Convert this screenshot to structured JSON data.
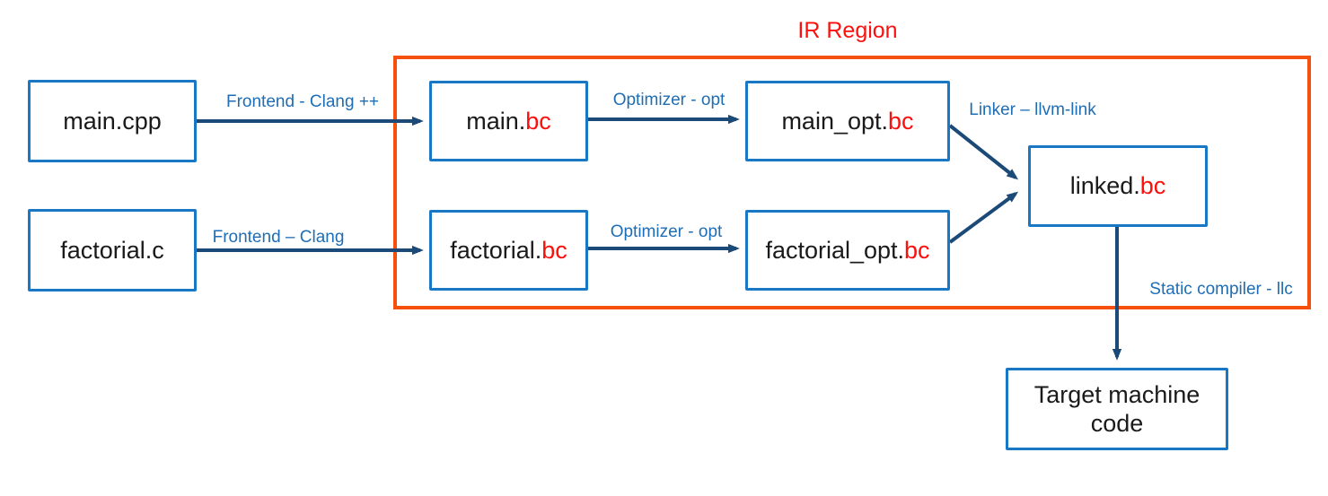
{
  "diagram": {
    "ir_region_title": "IR Region"
  },
  "nodes": [
    {
      "label": "main.cpp",
      "suffix": ""
    },
    {
      "label": "factorial.c",
      "suffix": ""
    },
    {
      "label": "main.",
      "suffix": "bc"
    },
    {
      "label": "factorial.",
      "suffix": "bc"
    },
    {
      "label": "main_opt.",
      "suffix": "bc"
    },
    {
      "label": "factorial_opt.",
      "suffix": "bc"
    },
    {
      "label": "linked.",
      "suffix": "bc"
    },
    {
      "label": "Target machine code",
      "suffix": ""
    }
  ],
  "edges": [
    {
      "label": "Frontend - Clang ++"
    },
    {
      "label": "Optimizer - opt"
    },
    {
      "label": "Linker – llvm-link"
    },
    {
      "label": "Frontend – Clang"
    },
    {
      "label": "Optimizer - opt"
    },
    {
      "label": "Static compiler - llc"
    }
  ],
  "colors": {
    "node_border": "#1878c6",
    "arrow": "#1b4a78",
    "edge_label": "#1f6db4",
    "ir_outline": "#f5500d",
    "accent_red": "#fa100d",
    "node_text": "#1a1a1a"
  }
}
